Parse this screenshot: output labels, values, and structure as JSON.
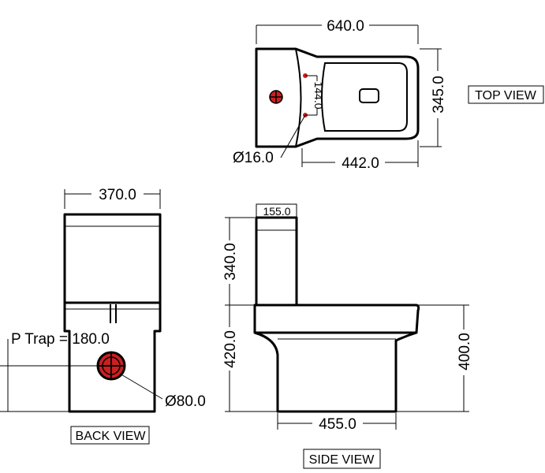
{
  "views": {
    "top": {
      "label": "TOP VIEW",
      "width": "640.0",
      "depth": "345.0",
      "seat": "442.0",
      "hole_spacing": "144.0",
      "hole_dia": "Ø16.0"
    },
    "back": {
      "label": "BACK VIEW",
      "width": "370.0",
      "p_trap": "P Trap = 180.0",
      "outlet_dia": "Ø80.0"
    },
    "side": {
      "label": "SIDE VIEW",
      "cistern_depth": "155.0",
      "cistern_height": "340.0",
      "pan_height": "420.0",
      "seat_height": "400.0",
      "base_length": "455.0"
    }
  },
  "colors": {
    "line": "#000000",
    "marker": "#cc1f1f"
  }
}
